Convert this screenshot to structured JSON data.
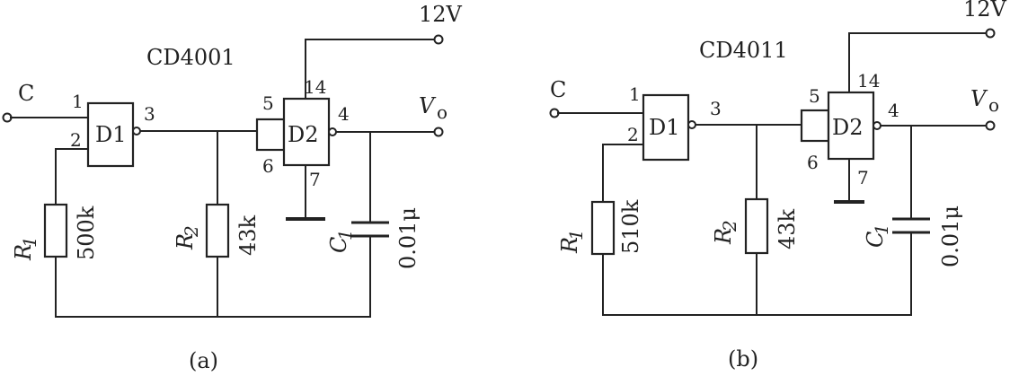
{
  "circuit_a": {
    "chip": "CD4001",
    "supply": "12V",
    "input": "C",
    "output": "V",
    "output_sub": "o",
    "gate1": "D1",
    "gate2": "D2",
    "pins": {
      "p1": "1",
      "p2": "2",
      "p3": "3",
      "p4": "4",
      "p5": "5",
      "p6": "6",
      "p7": "7",
      "p14": "14"
    },
    "r1_name": "R",
    "r1_sub": "1",
    "r1_value": "500k",
    "r2_name": "R",
    "r2_sub": "2",
    "r2_value": "43k",
    "c1_name": "C",
    "c1_sub": "1",
    "c1_value": "0.01μ",
    "caption": "(a)"
  },
  "circuit_b": {
    "chip": "CD4011",
    "supply": "12V",
    "input": "C",
    "output": "V",
    "output_sub": "o",
    "gate1": "D1",
    "gate2": "D2",
    "pins": {
      "p1": "1",
      "p2": "2",
      "p3": "3",
      "p4": "4",
      "p5": "5",
      "p6": "6",
      "p7": "7",
      "p14": "14"
    },
    "r1_name": "R",
    "r1_sub": "1",
    "r1_value": "510k",
    "r2_name": "R",
    "r2_sub": "2",
    "r2_value": "43k",
    "c1_name": "C",
    "c1_sub": "1",
    "c1_value": "0.01μ",
    "caption": "(b)"
  }
}
